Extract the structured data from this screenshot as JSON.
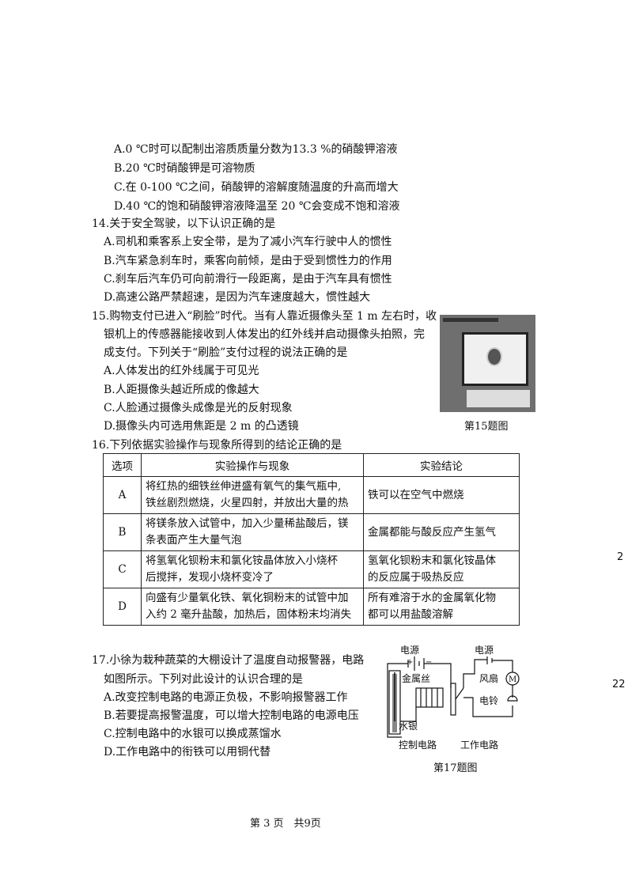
{
  "q13_options": [
    "A.0 ℃时可以配制出溶质质量分数为13.3 %的硝酸钾溶液",
    "B.20 ℃时硝酸钾是可溶物质",
    "C.在 0-100 ℃之间，硝酸钾的溶解度随温度的升高而增大",
    "D.40 ℃的饱和硝酸钾溶液降温至 20 ℃会变成不饱和溶液"
  ],
  "q14": {
    "stem": "14.关于安全驾驶，以下认识正确的是",
    "options": [
      "A.司机和乘客系上安全带，是为了减小汽车行驶中人的惯性",
      "B.汽车紧急刹车时，乘客向前倾，是由于受到惯性力的作用",
      "C.刹车后汽车仍可向前滑行一段距离，是由于汽车具有惯性",
      "D.高速公路严禁超速，是因为汽车速度越大，惯性越大"
    ]
  },
  "q15": {
    "stem_lines": [
      "15.购物支付已进入“刷脸”时代。当有人靠近摄像头至 1 m 左右时，收",
      "银机上的传感器能接收到人体发出的红外线并启动摄像头拍照，完",
      "成支付。下列关于“刷脸”支付过程的说法正确的是"
    ],
    "options": [
      "A.人体发出的红外线属于可见光",
      "B.人距摄像头越近所成的像越大",
      "C.人脸通过摄像头成像是光的反射现象",
      "D.摄像头内可选用焦距是 2 m 的凸透镜"
    ],
    "figure_caption": "第15题图"
  },
  "q16": {
    "stem": "16.下列依据实验操作与现象所得到的结论正确的是",
    "headers": [
      "选项",
      "实验操作与现象",
      "实验结论"
    ],
    "rows": [
      {
        "option": "A",
        "op1": "将红热的细铁丝伸进盛有氧气的集气瓶中,",
        "op2": "铁丝剧烈燃烧，火星四射，并放出大量的热",
        "c1": "铁可以在空气中燃烧",
        "c2": ""
      },
      {
        "option": "B",
        "op1": "将镁条放入试管中，加入少量稀盐酸后，镁",
        "op2": "条表面产生大量气泡",
        "c1": "金属都能与酸反应产生氢气",
        "c2": ""
      },
      {
        "option": "C",
        "op1": "将氢氧化钡粉末和氯化铵晶体放入小烧杯",
        "op2": "后搅拌，发现小烧杯变冷了",
        "c1": "氢氧化钡粉末和氯化铵晶体",
        "c2": "的反应属于吸热反应"
      },
      {
        "option": "D",
        "op1": "向盛有少量氧化铁、氧化铜粉末的试管中加",
        "op2": "入约 2 毫升盐酸，加热后，固体粉末均消失",
        "c1": "所有难溶于水的金属氧化物",
        "c2": "都可以用盐酸溶解"
      }
    ]
  },
  "q17": {
    "stem_lines": [
      "17.小徐为栽种蔬菜的大棚设计了温度自动报警器，电路",
      "如图所示。下列对此设计的认识合理的是"
    ],
    "options": [
      "A.改变控制电路的电源正负极，不影响报警器工作",
      "B.若要提高报警温度，可以增大控制电路的电源电压",
      "C.控制电路中的水银可以换成蒸馏水",
      "D.工作电路中的衔铁可以用铜代替"
    ],
    "figure": {
      "power1": "电源",
      "plus": "+",
      "minus": "−",
      "power2": "电源",
      "wire": "金属丝",
      "fan": "风扇",
      "motor": "M",
      "bell": "电铃",
      "mercury": "水银",
      "control": "控制电路",
      "work": "工作电路"
    },
    "figure_caption": "第17题图"
  },
  "footer": "第 3 页　共9页",
  "edge_marks": [
    "2",
    "22"
  ]
}
